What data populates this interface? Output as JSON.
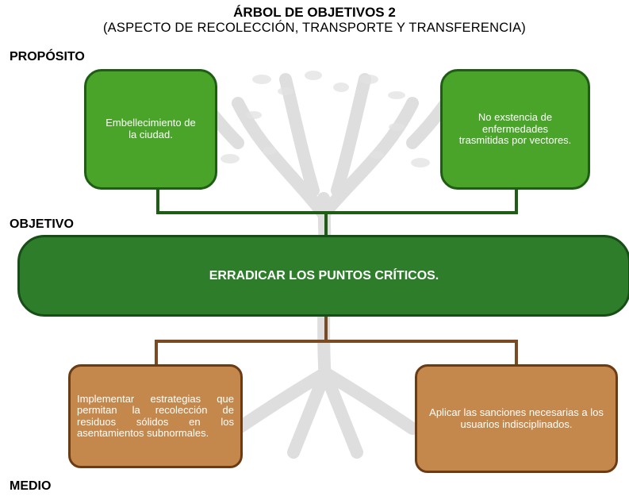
{
  "title": "ÁRBOL DE OBJETIVOS 2",
  "subtitle": "(ASPECTO DE RECOLECCIÓN, TRANSPORTE Y TRANSFERENCIA)",
  "sections": {
    "proposito": "PROPÓSITO",
    "objetivo": "OBJETIVO",
    "medio": "MEDIO"
  },
  "purposes": [
    "Embellecimiento de la ciudad.",
    "No exstencia de enfermedades trasmitidas por vectores."
  ],
  "objective": "ERRADICAR LOS PUNTOS CRÍTICOS.",
  "means": [
    "Implementar estrategias que permitan la recolección de residuos sólidos en los asentamientos subnormales.",
    "Aplicar las sanciones necesarias a los usuarios indisciplinados."
  ],
  "colors": {
    "purpose_box": "#4aa42a",
    "objective_box": "#2e7d2b",
    "means_box": "#c4884c",
    "top_connector": "#1e5e14",
    "bottom_connector": "#7a4a22",
    "tree_watermark": "#d9d9d9"
  }
}
